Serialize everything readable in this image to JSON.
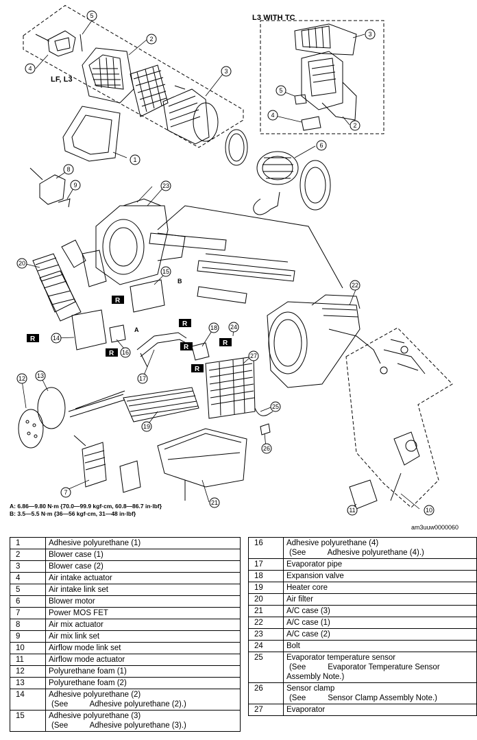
{
  "labels": {
    "group_lf_l3": "LF, L3",
    "group_l3_tc": "L3 WITH TC",
    "image_code": "am3uuw0000060",
    "spec_a": "A: 6.86—9.80 N·m {70.0—99.9 kgf·cm, 60.8—86.7 in·lbf}",
    "spec_b": "B: 3.5—5.5 N·m {36—56 kgf·cm, 31—48 in·lbf}",
    "torque_a": "A",
    "torque_b": "B",
    "replace_mark": "R"
  },
  "callouts": [
    "1",
    "2",
    "3",
    "4",
    "5",
    "6",
    "7",
    "8",
    "9",
    "10",
    "11",
    "12",
    "13",
    "14",
    "15",
    "16",
    "17",
    "18",
    "19",
    "20",
    "21",
    "22",
    "23",
    "24",
    "25",
    "26",
    "27"
  ],
  "parts_left": [
    {
      "num": "1",
      "name": "Adhesive polyurethane (1)"
    },
    {
      "num": "2",
      "name": "Blower case (1)"
    },
    {
      "num": "3",
      "name": "Blower case (2)"
    },
    {
      "num": "4",
      "name": "Air intake actuator"
    },
    {
      "num": "5",
      "name": "Air intake link set"
    },
    {
      "num": "6",
      "name": "Blower motor"
    },
    {
      "num": "7",
      "name": "Power MOS FET"
    },
    {
      "num": "8",
      "name": "Air mix actuator"
    },
    {
      "num": "9",
      "name": "Air mix link set"
    },
    {
      "num": "10",
      "name": "Airflow mode link set"
    },
    {
      "num": "11",
      "name": "Airflow mode actuator"
    },
    {
      "num": "12",
      "name": "Polyurethane foam (1)"
    },
    {
      "num": "13",
      "name": "Polyurethane foam (2)"
    },
    {
      "num": "14",
      "name": "Adhesive polyurethane (2)",
      "see": "(See          Adhesive polyurethane (2).)"
    },
    {
      "num": "15",
      "name": "Adhesive polyurethane (3)",
      "see": "(See          Adhesive polyurethane (3).)"
    }
  ],
  "parts_right": [
    {
      "num": "16",
      "name": "Adhesive polyurethane (4)",
      "see": "(See          Adhesive polyurethane (4).)"
    },
    {
      "num": "17",
      "name": "Evaporator pipe"
    },
    {
      "num": "18",
      "name": "Expansion valve"
    },
    {
      "num": "19",
      "name": "Heater core"
    },
    {
      "num": "20",
      "name": "Air filter"
    },
    {
      "num": "21",
      "name": "A/C case (3)"
    },
    {
      "num": "22",
      "name": "A/C case (1)"
    },
    {
      "num": "23",
      "name": "A/C case (2)"
    },
    {
      "num": "24",
      "name": "Bolt"
    },
    {
      "num": "25",
      "name": "Evaporator temperature sensor",
      "see": "(See          Evaporator Temperature Sensor",
      "see2": "Assembly Note.)"
    },
    {
      "num": "26",
      "name": "Sensor clamp",
      "see": "(See          Sensor Clamp Assembly Note.)"
    },
    {
      "num": "27",
      "name": "Evaporator"
    }
  ]
}
